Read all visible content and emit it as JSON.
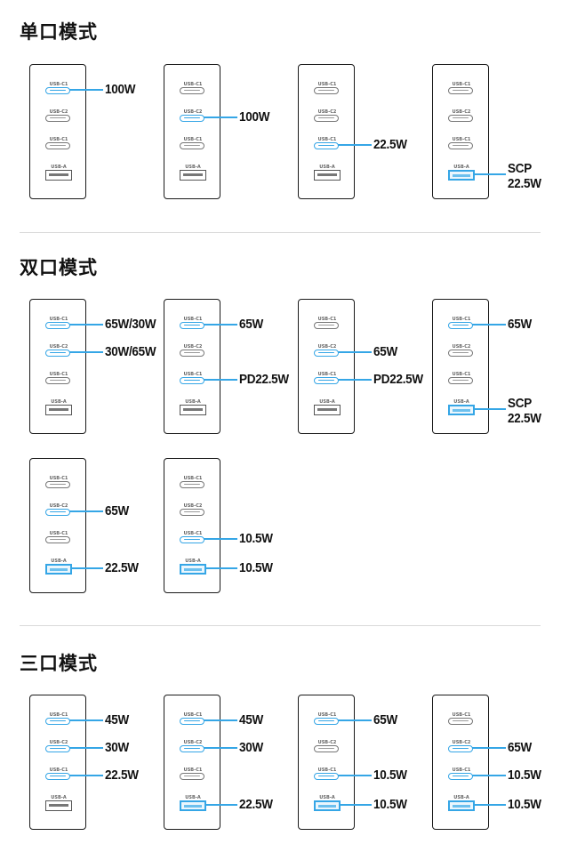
{
  "colors": {
    "accent": "#35a6e6",
    "text": "#111111",
    "divider": "#d9d9d9"
  },
  "port_names": {
    "c1": "USB-C1",
    "c2": "USB-C2",
    "c3": "USB-C1",
    "a": "USB-A"
  },
  "sections": [
    {
      "title": "单口模式",
      "configs": [
        {
          "outputs": [
            {
              "port": "c1",
              "label": "100W"
            }
          ]
        },
        {
          "outputs": [
            {
              "port": "c2",
              "label": "100W"
            }
          ]
        },
        {
          "outputs": [
            {
              "port": "c3",
              "label": "22.5W"
            }
          ]
        },
        {
          "outputs": [
            {
              "port": "a",
              "label": "SCP",
              "label2": "22.5W"
            }
          ]
        }
      ]
    },
    {
      "title": "双口模式",
      "configs": [
        {
          "outputs": [
            {
              "port": "c1",
              "label": "65W/30W"
            },
            {
              "port": "c2",
              "label": "30W/65W"
            }
          ]
        },
        {
          "outputs": [
            {
              "port": "c1",
              "label": "65W"
            },
            {
              "port": "c3",
              "label": "PD22.5W"
            }
          ]
        },
        {
          "outputs": [
            {
              "port": "c2",
              "label": "65W"
            },
            {
              "port": "c3",
              "label": "PD22.5W"
            }
          ]
        },
        {
          "outputs": [
            {
              "port": "c1",
              "label": "65W"
            },
            {
              "port": "a",
              "label": "SCP",
              "label2": "22.5W"
            }
          ]
        },
        {
          "outputs": [
            {
              "port": "c2",
              "label": "65W"
            },
            {
              "port": "a",
              "label": "22.5W"
            }
          ]
        },
        {
          "outputs": [
            {
              "port": "c3",
              "label": "10.5W"
            },
            {
              "port": "a",
              "label": "10.5W"
            }
          ]
        }
      ]
    },
    {
      "title": "三口模式",
      "configs": [
        {
          "outputs": [
            {
              "port": "c1",
              "label": "45W"
            },
            {
              "port": "c2",
              "label": "30W"
            },
            {
              "port": "c3",
              "label": "22.5W"
            }
          ]
        },
        {
          "outputs": [
            {
              "port": "c1",
              "label": "45W"
            },
            {
              "port": "c2",
              "label": "30W"
            },
            {
              "port": "a",
              "label": "22.5W"
            }
          ]
        },
        {
          "outputs": [
            {
              "port": "c1",
              "label": "65W"
            },
            {
              "port": "c3",
              "label": "10.5W"
            },
            {
              "port": "a",
              "label": "10.5W"
            }
          ]
        },
        {
          "outputs": [
            {
              "port": "c2",
              "label": "65W"
            },
            {
              "port": "c3",
              "label": "10.5W"
            },
            {
              "port": "a",
              "label": "10.5W"
            }
          ]
        }
      ]
    }
  ]
}
